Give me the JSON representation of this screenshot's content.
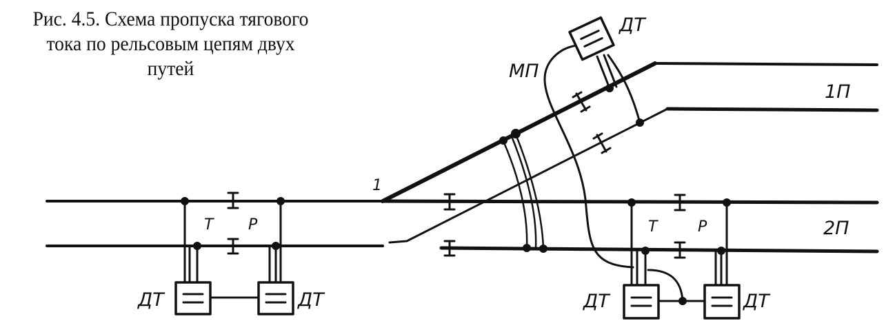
{
  "caption": {
    "line1": "Рис. 4.5. Схема пропуска тягового",
    "line2": "тока по рельсовым цепям двух",
    "line3": "путей"
  },
  "labels": {
    "dt": "ДТ",
    "mp": "МП",
    "track1": "1П",
    "track2": "2П",
    "switch_no": "1",
    "t": "Т",
    "p": "Р"
  },
  "colors": {
    "ink": "#111111",
    "background": "#ffffff"
  },
  "icons": [
    "choke-transformer-icon",
    "insulating-joint-icon",
    "connection-node-icon"
  ]
}
